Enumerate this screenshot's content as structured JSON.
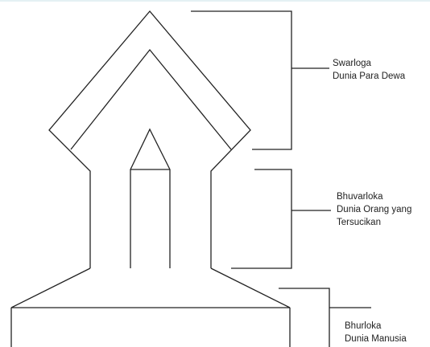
{
  "levels": [
    {
      "name": "Swarloga",
      "description": "Dunia Para Dewa"
    },
    {
      "name": "Bhuvarloka",
      "description": [
        "Dunia Orang yang",
        "Tersucikan"
      ]
    },
    {
      "name": "Bhurloka",
      "description": "Dunia Manusia"
    }
  ],
  "colors": {
    "stroke": "#222222",
    "background": "#ffffff",
    "top_edge": "#e4f1f4"
  }
}
